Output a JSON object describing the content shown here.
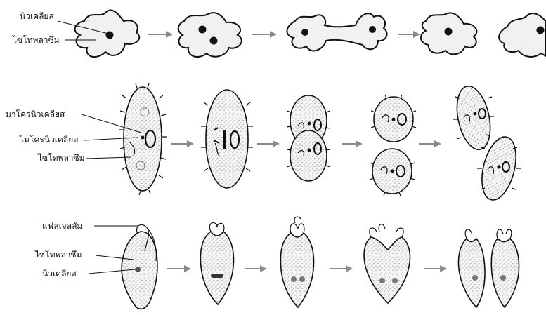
{
  "labels": {
    "amoeba_nucleus": "นิวเคลียส",
    "amoeba_cytoplasm": "ไซโทพลาซึม",
    "para_macronucleus": "มาโครนิวเคลียส",
    "para_micronucleus": "ไมโครนิวเคลียส",
    "para_cytoplasm": "ไซโทพลาซึม",
    "eug_flagellum": "แฟลเจลลัม",
    "eug_cytoplasm": "ไซโทพลาซึม",
    "eug_nucleus": "นิวเคลียส"
  }
}
